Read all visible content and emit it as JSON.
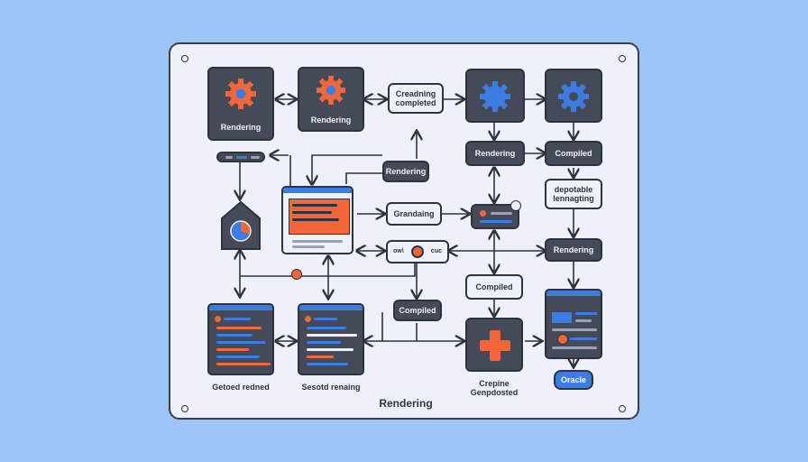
{
  "colors": {
    "background": "#9cc5f5",
    "panel": "#eef1fa",
    "node": "#454a58",
    "outline": "#2e3340",
    "accent_blue": "#3d7ce0",
    "accent_orange": "#f2673a"
  },
  "nodes": {
    "gear_tile_1": "Rendering",
    "gear_tile_2": "Rendering",
    "creating_completed": "Creadning\ncompleted",
    "rendering_mid": "Rendering",
    "rendering_right": "Rendering",
    "compiled_right": "Compiled",
    "dependable": "depotable\nlennagting",
    "granding": "Grandaing",
    "rendering_far_right": "Rendering",
    "compiled_center": "Compiled",
    "compiled_lower": "Compiled",
    "oracle": "Oracle"
  },
  "small_labels": {
    "lens_left": "ow\\",
    "lens_right": "cuc"
  },
  "captions": {
    "left_window": "Getoed redned",
    "mid_window": "Sesotd renaing",
    "plus_tile": "Crepine\nGenpdosted",
    "footer": "Rendering"
  },
  "icons": {
    "gear": "gear-icon",
    "pie": "pie-chart-icon",
    "plus": "plus-icon",
    "code_window": "code-window-icon"
  }
}
